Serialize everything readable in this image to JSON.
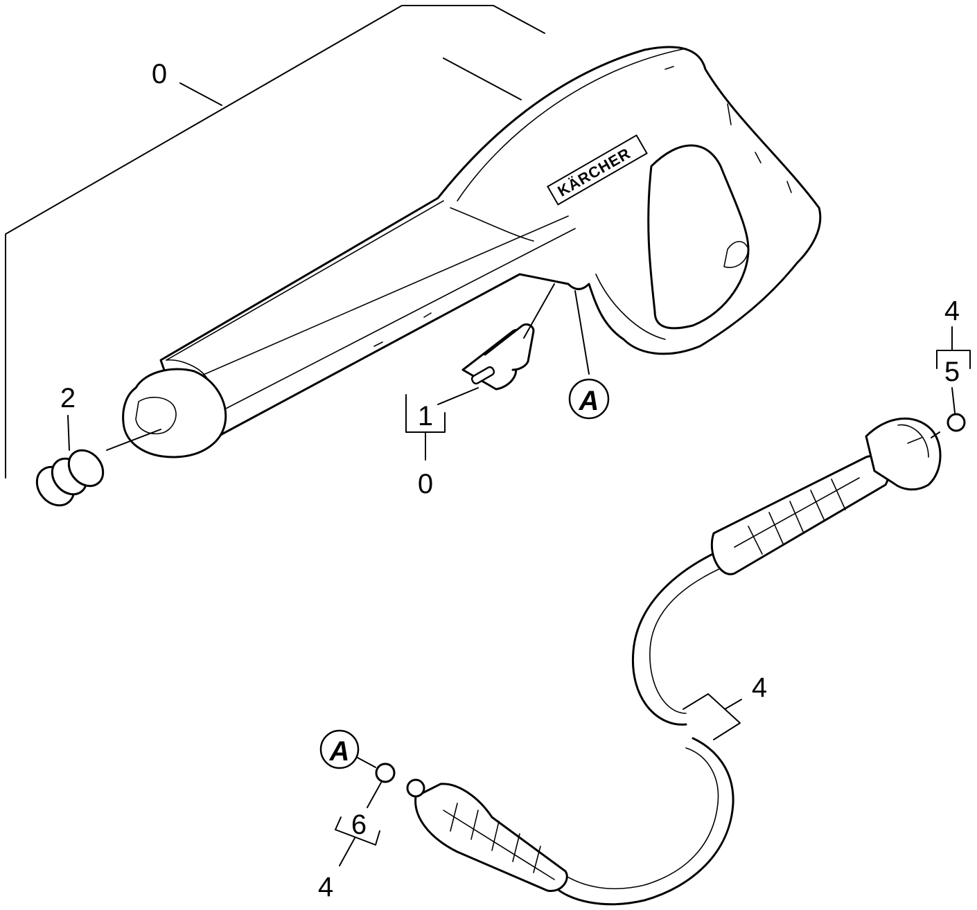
{
  "diagram": {
    "brand_logo_text": "KÄRCHER",
    "callouts": {
      "assembly_top": "0",
      "spring": "2",
      "clip": "1",
      "clip_assembly": "0",
      "hose_end_top": "4",
      "hose_seal_top": "5",
      "hose_mid": "4",
      "hose_seal_bottom": "6",
      "hose_end_bottom": "4"
    },
    "connection_markers": {
      "gun_connector": "A",
      "hose_connector": "A"
    }
  }
}
